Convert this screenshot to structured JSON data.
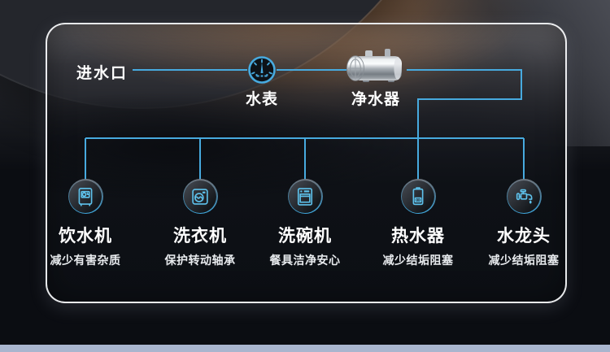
{
  "diagram": {
    "inlet": {
      "label": "进水口"
    },
    "meter": {
      "label": "水表"
    },
    "purifier": {
      "label": "净水器"
    },
    "appliances": [
      {
        "label": "饮水机",
        "desc": "减少有害杂质",
        "icon": "water-dispenser-icon"
      },
      {
        "label": "洗衣机",
        "desc": "保护转动轴承",
        "icon": "washing-machine-icon"
      },
      {
        "label": "洗碗机",
        "desc": "餐具洁净安心",
        "icon": "dishwasher-icon"
      },
      {
        "label": "热水器",
        "desc": "减少结垢阻塞",
        "icon": "water-heater-icon"
      },
      {
        "label": "水龙头",
        "desc": "减少结垢阻塞",
        "icon": "faucet-icon"
      }
    ]
  },
  "colors": {
    "pipe_line": "#47aadf",
    "icon_stroke": "#5ec2ec",
    "panel_border": "#f9fafc",
    "bottom_band": "#a9b5ce",
    "title_text": "#ffffff",
    "glow_brown": "#96663e"
  }
}
